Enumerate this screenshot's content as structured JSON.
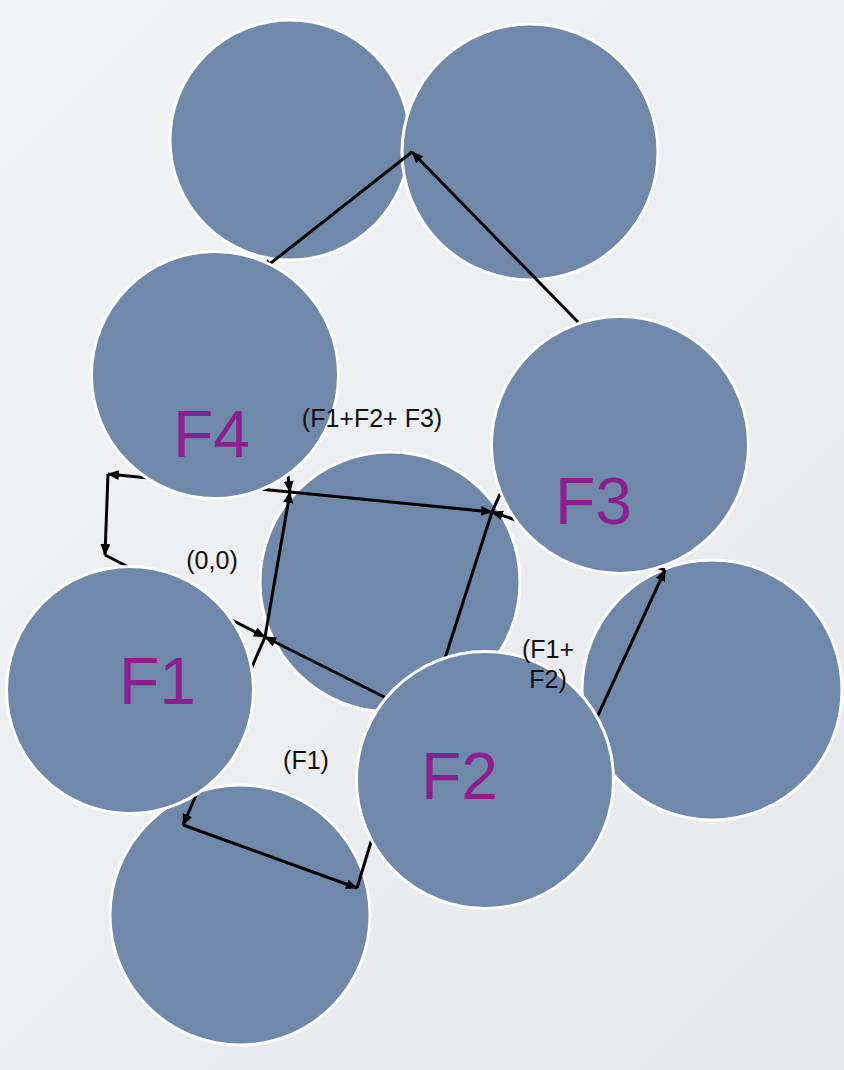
{
  "diagram": {
    "nodes": [
      {
        "text": [
          "F4"
        ]
      },
      {
        "text": [
          "F3"
        ]
      },
      {
        "text": [
          "F1"
        ]
      },
      {
        "text": [
          "F2"
        ]
      }
    ],
    "labels": [
      "(F1+F2+ F3)",
      "(0,0)",
      "(F1+ F2)",
      "(F1)"
    ]
  }
}
